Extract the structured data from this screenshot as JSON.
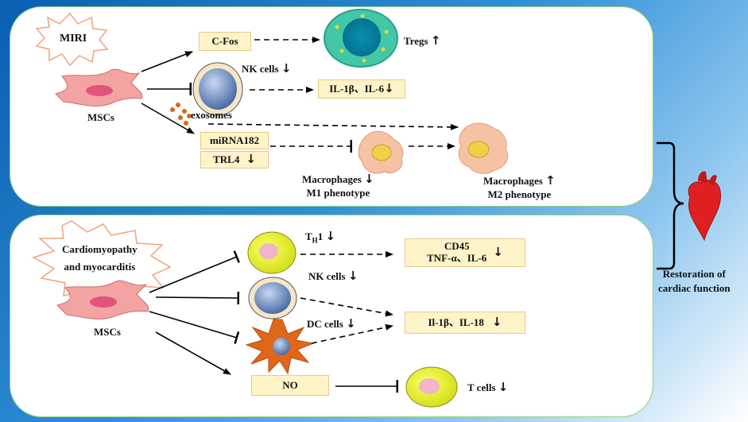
{
  "top": {
    "trigger": "MIRI",
    "cfos": "C-Fos",
    "tregs": "Tregs",
    "nk_cells": "NK cells",
    "il_box": "IL-1β、IL-6",
    "exosomes": "exosomes",
    "msc": "MSCs",
    "mirna": "miRNA182",
    "trl4": "TRL4",
    "mac_m1_line1": "Macrophages",
    "mac_m1_line2": "M1 phenotype",
    "mac_m2_line1": "Macrophages",
    "mac_m2_line2": "M2 phenotype"
  },
  "bottom": {
    "trigger_line1": "Cardiomyopathy",
    "trigger_line2": "and myocarditis",
    "msc": "MSCs",
    "th1_main": "T",
    "th1_sub": "H",
    "th1_tail": "1",
    "nk_cells": "NK cells",
    "dc_cells": "DC cells",
    "no": "NO",
    "cd45": "CD45",
    "tnf": "TNF-α、IL-6",
    "il_box": "Il-1β、IL-18",
    "t_cells": "T cells"
  },
  "outcome": {
    "line1": "Restoration of",
    "line2": "cardiac function"
  },
  "symbols": {
    "up": "↑",
    "down": "↓"
  },
  "colors": {
    "box_fill": "#fff4c8",
    "panel_border": "#8fcf7a",
    "msc_fill": "#f4a3a3",
    "heart": "#e02020"
  }
}
